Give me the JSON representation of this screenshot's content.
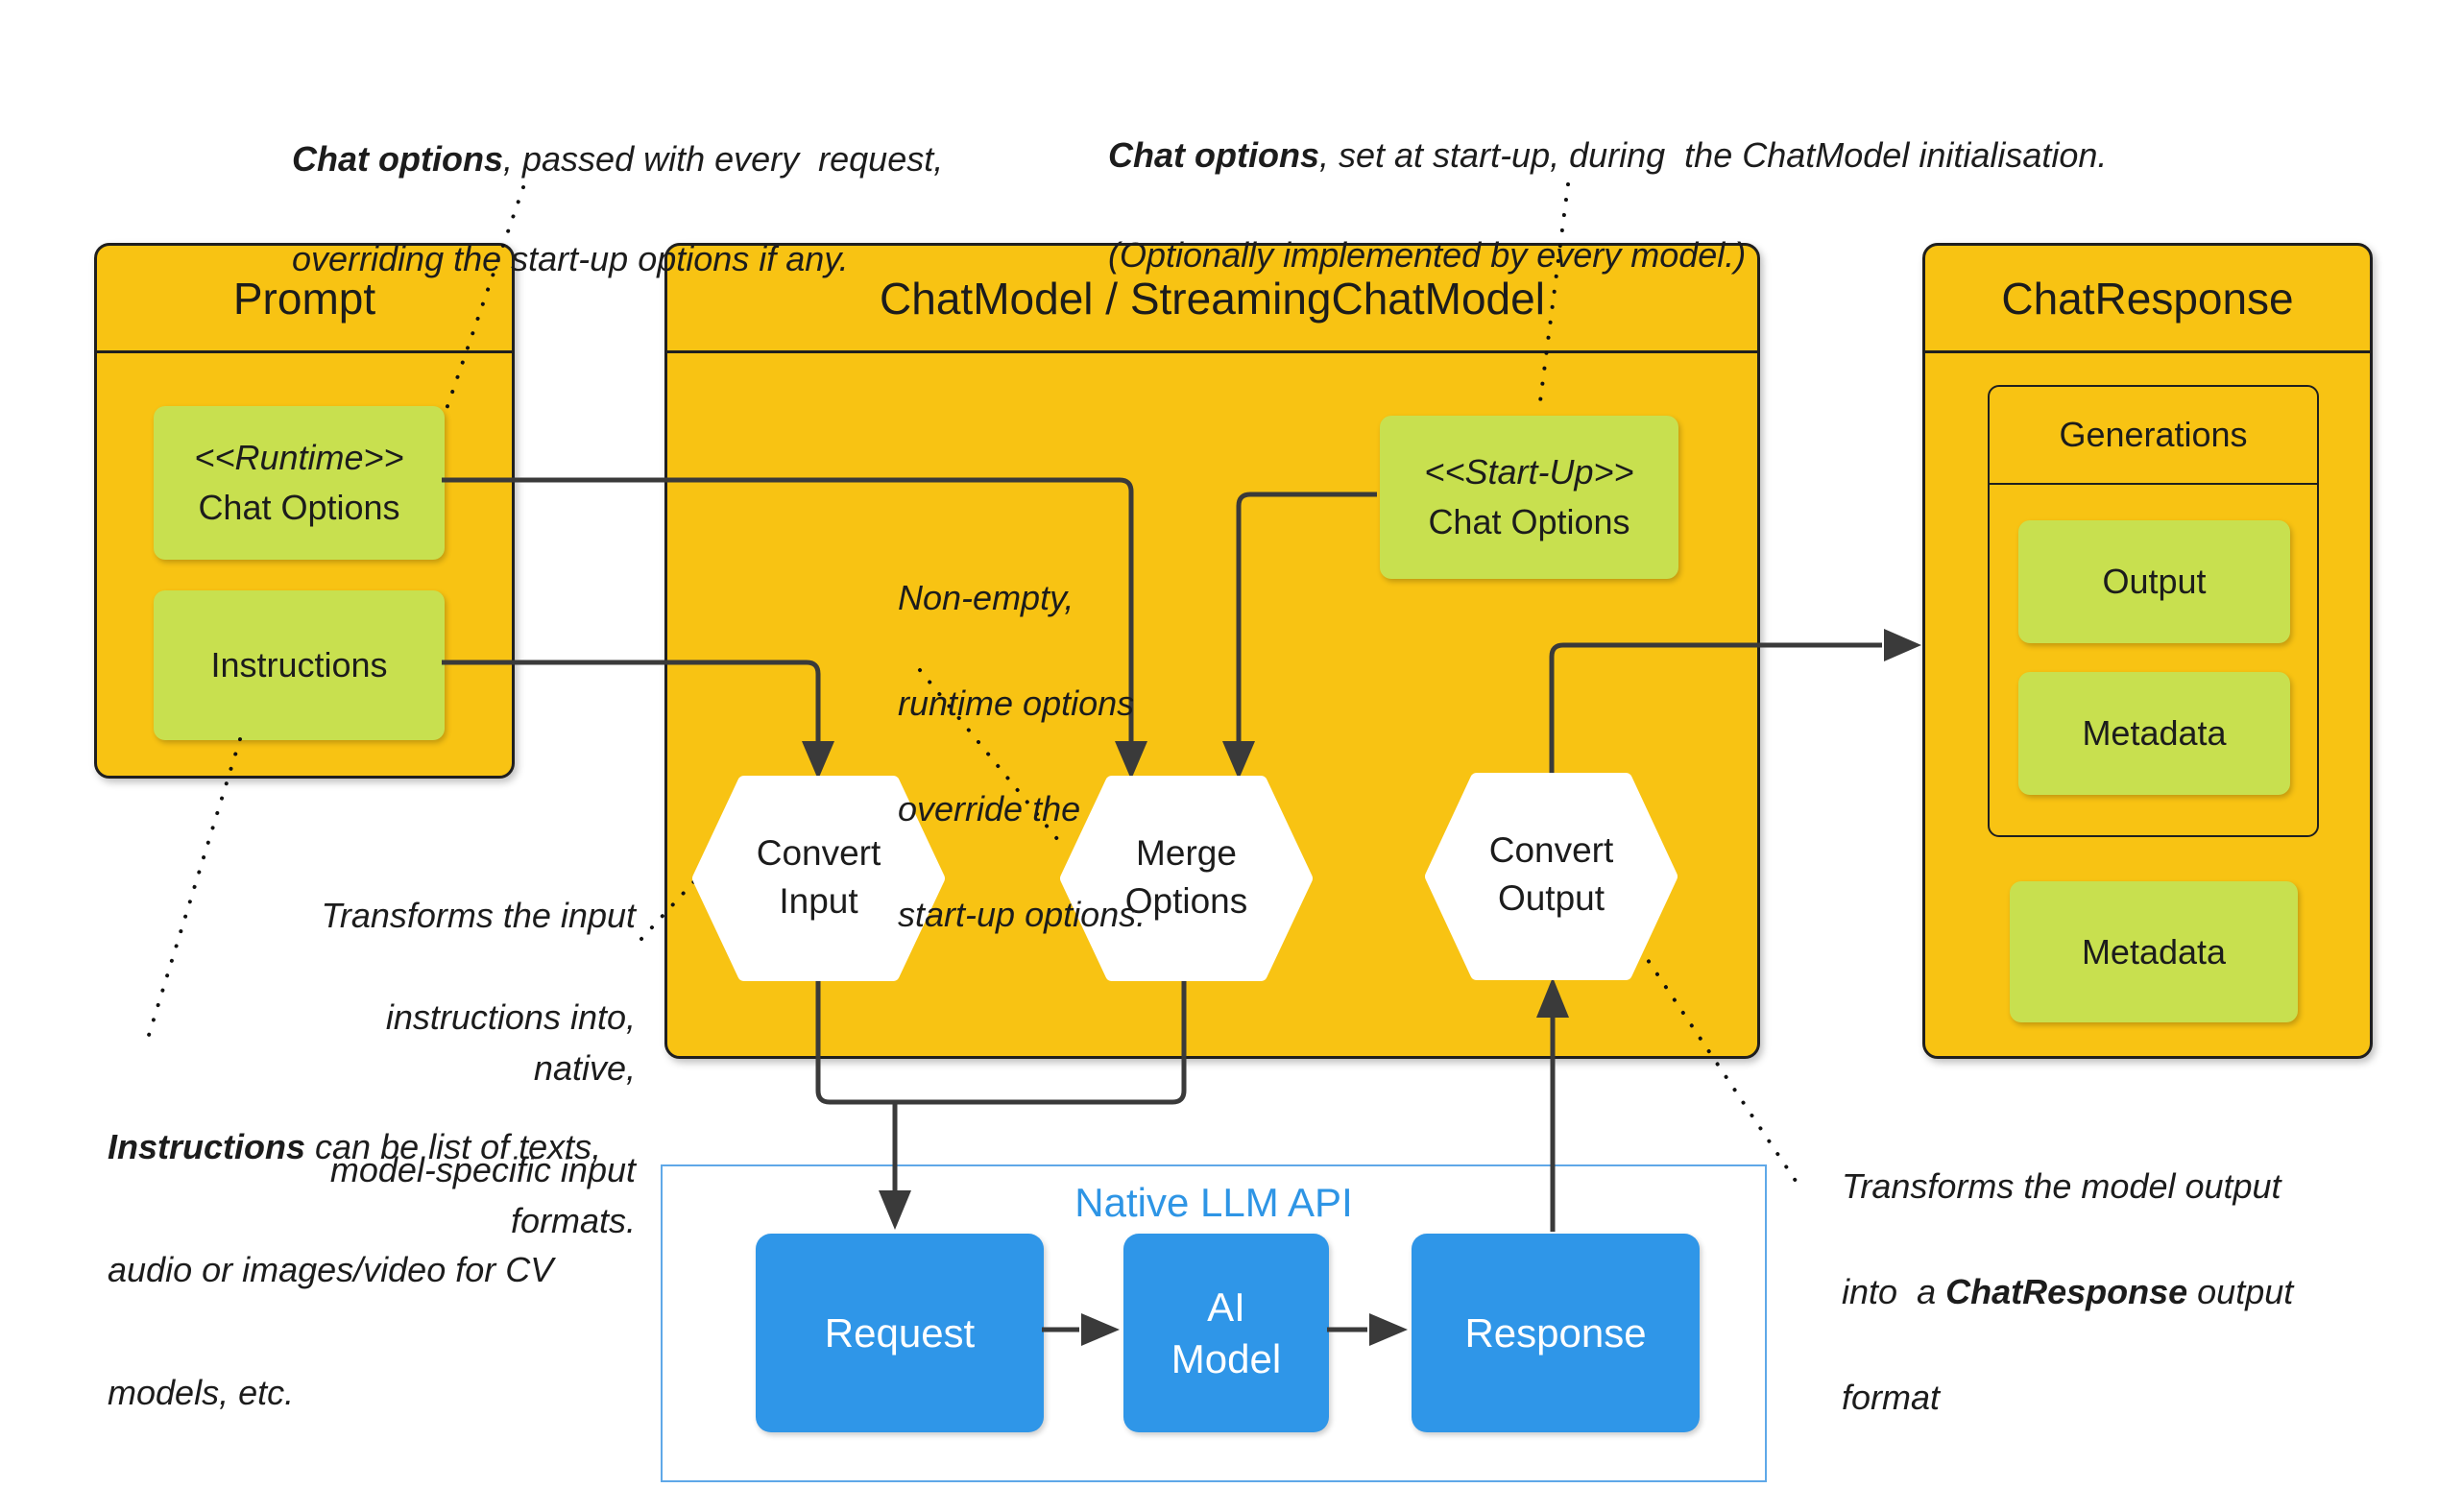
{
  "colors": {
    "box_yellow": "#F8C313",
    "box_green": "#C8E04F",
    "box_blue": "#2F96E8",
    "native_border_blue": "#5FA8E8",
    "native_title_blue": "#2E95E5",
    "connector_gray": "#3A3A3A",
    "border_black": "#1F1F1F"
  },
  "annotations": {
    "runtime_note": {
      "bold": "Chat options",
      "rest": ", passed with every  request,",
      "line2": "overriding the start-up options if any."
    },
    "startup_note": {
      "bold": "Chat options",
      "rest": ", set at start-up, during  the ChatModel initialisation.",
      "line2": "(Optionally implemented by every model.)"
    },
    "merge_note": {
      "l1": "Non-empty,",
      "l2": "runtime options",
      "l3": "override the",
      "l4": "start-up options."
    },
    "convert_input_note": {
      "l1": "Transforms the input",
      "l2": "instructions into, native,",
      "l3": "model-specific input formats."
    },
    "instructions_note": {
      "bold": "Instructions",
      "rest": " can be list of texts,",
      "line2": "audio or images/video for CV",
      "line3": "models, etc."
    },
    "convert_output_note": {
      "l1": "Transforms the model output",
      "l2a": "into  a ",
      "l2b": "ChatResponse",
      "l2c": " output",
      "l3": "format"
    }
  },
  "prompt": {
    "title": "Prompt",
    "runtime_stereotype": "<<Runtime>>",
    "runtime_label": "Chat Options",
    "instructions_label": "Instructions"
  },
  "chat_model": {
    "title": "ChatModel / StreamingChatModel",
    "startup_stereotype": "<<Start-Up>>",
    "startup_label": "Chat Options",
    "hex_convert_input": {
      "l1": "Convert",
      "l2": "Input"
    },
    "hex_merge_options": {
      "l1": "Merge",
      "l2": "Options"
    },
    "hex_convert_output": {
      "l1": "Convert",
      "l2": "Output"
    }
  },
  "chat_response": {
    "title": "ChatResponse",
    "generations_label": "Generations",
    "output_label": "Output",
    "metadata_label": "Metadata",
    "outer_metadata_label": "Metadata"
  },
  "native_api": {
    "title": "Native LLM API",
    "request_label": "Request",
    "ai_model_l1": "AI",
    "ai_model_l2": "Model",
    "response_label": "Response"
  }
}
